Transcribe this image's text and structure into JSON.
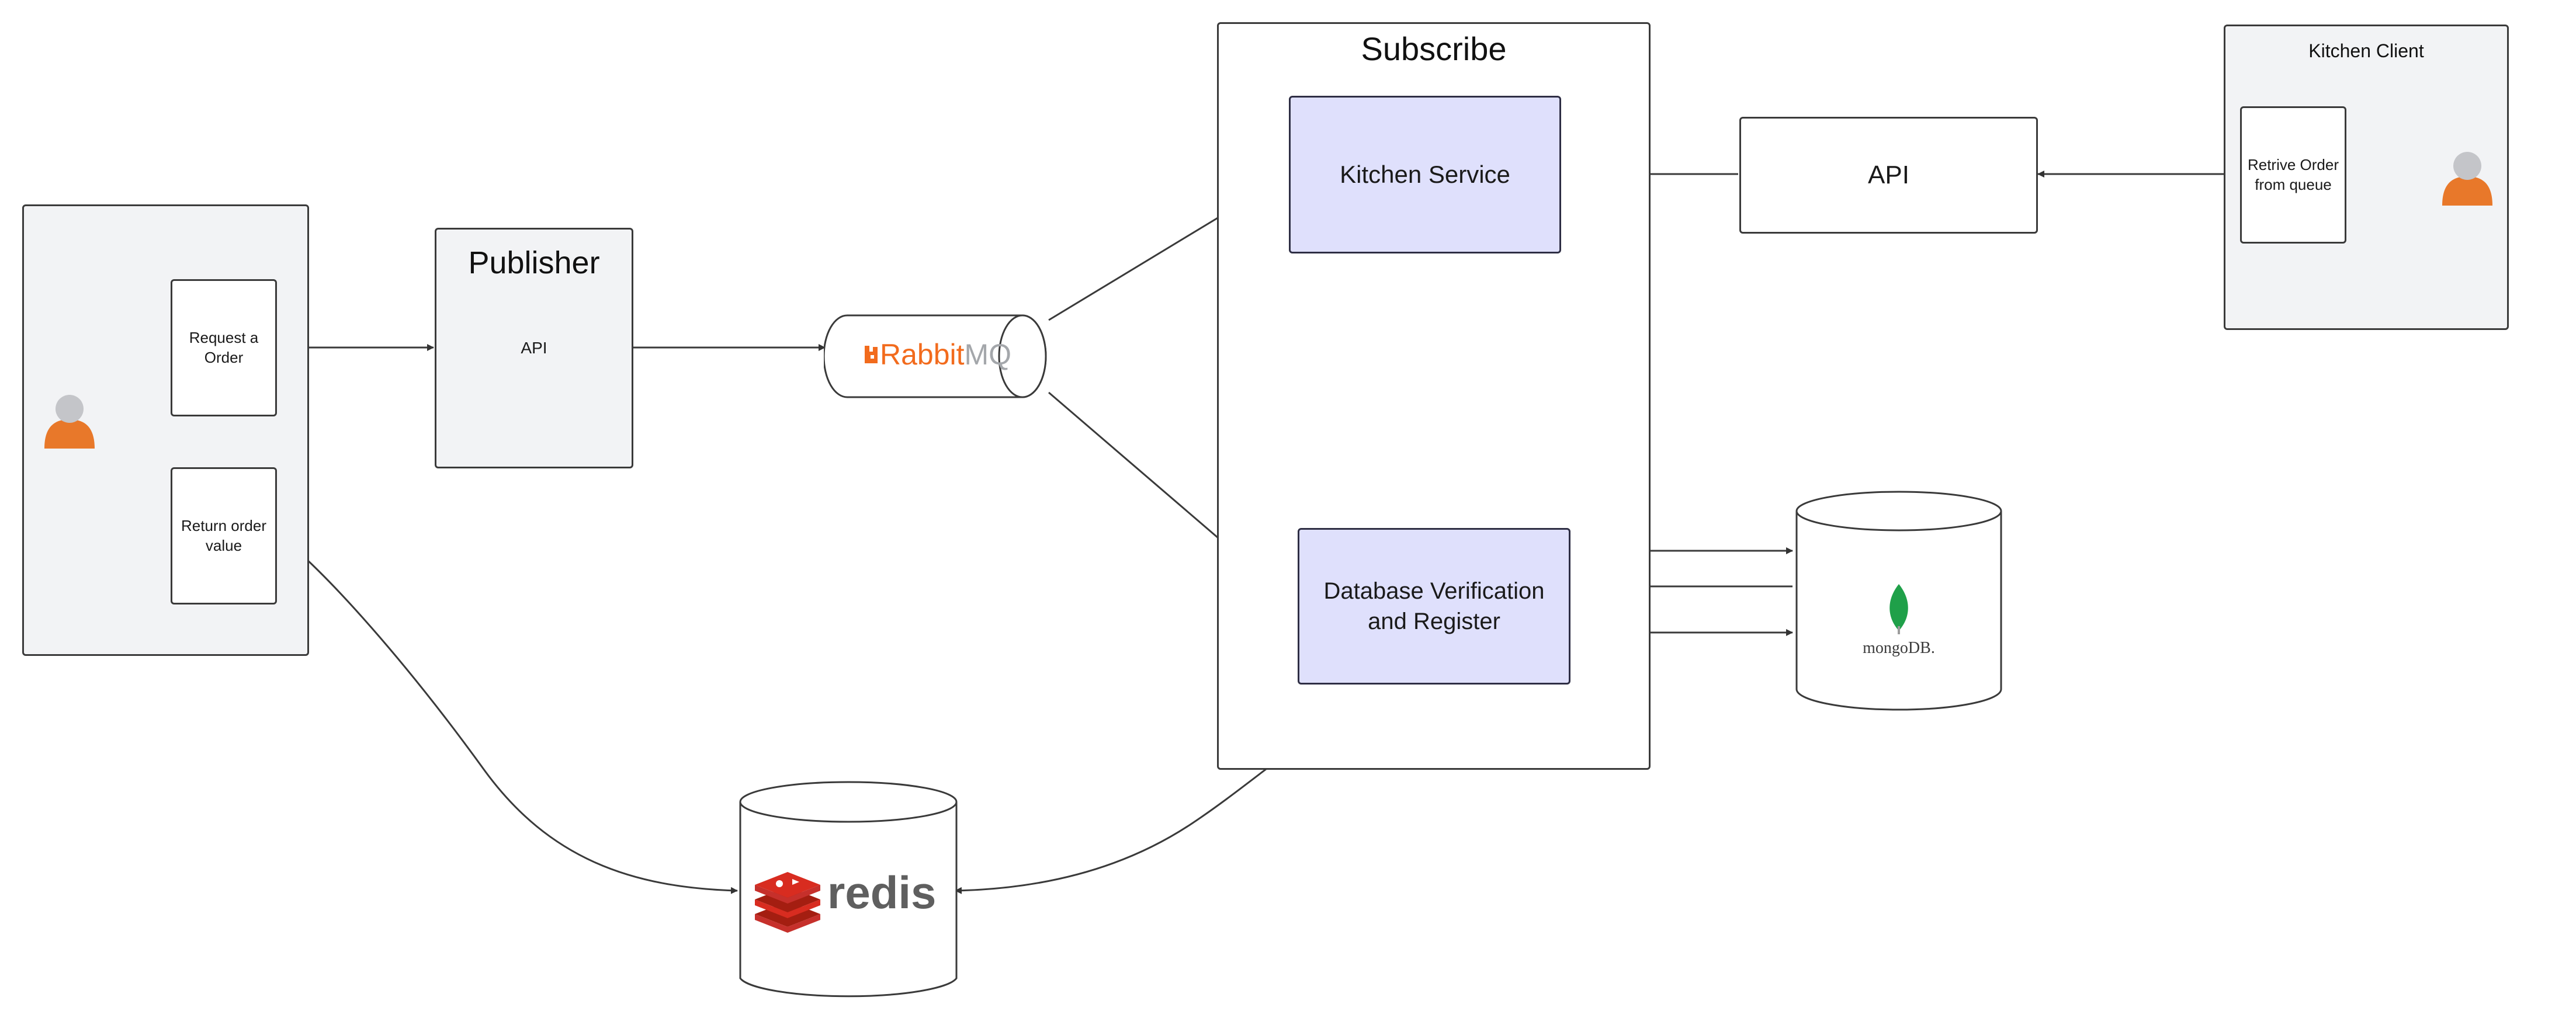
{
  "customer_panel": {
    "request_order": "Request a Order",
    "return_order": "Return order value"
  },
  "publisher": {
    "title": "Publisher",
    "api": "API"
  },
  "rabbitmq": {
    "rabbit": "Rabbit",
    "mq": "MQ"
  },
  "subscribe": {
    "title": "Subscribe",
    "kitchen_service": "Kitchen Service",
    "db_verification": "Database Verification and Register"
  },
  "api_box": {
    "label": "API"
  },
  "kitchen_client": {
    "title": "Kitchen Client",
    "retrieve": "Retrive Order from queue"
  },
  "mongodb": {
    "label": "mongoDB."
  },
  "redis": {
    "label": "redis"
  },
  "colors": {
    "panel_bg": "#f2f3f5",
    "service_bg": "#dfe0fc",
    "person_orange": "#e8782a",
    "rabbit_orange": "#f26b1d",
    "mongo_green": "#1fa049",
    "redis_red": "#c6302b"
  }
}
